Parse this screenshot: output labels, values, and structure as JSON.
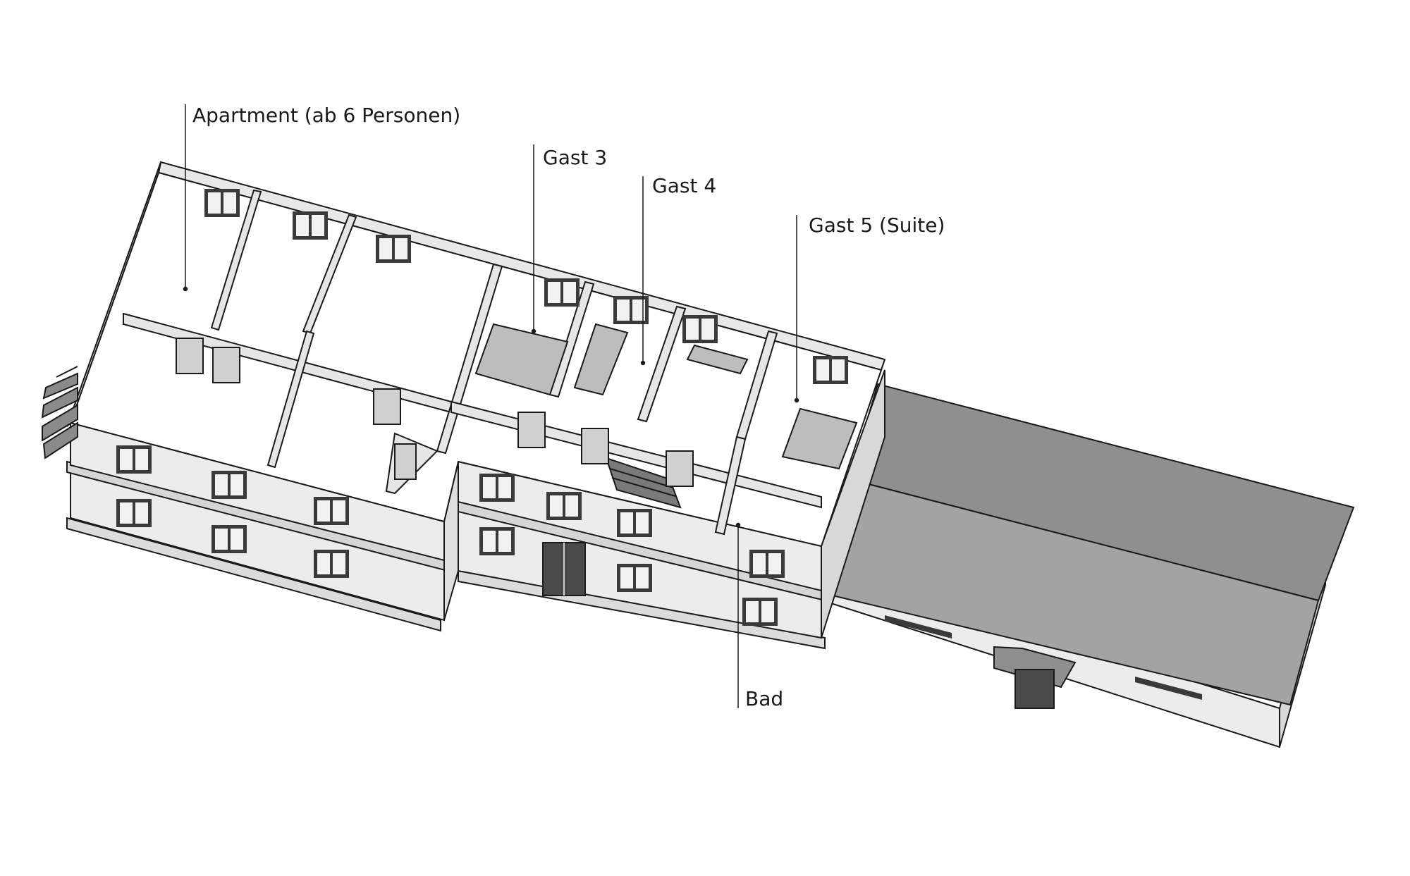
{
  "labels": {
    "apartment": "Apartment (ab 6 Personen)",
    "gast3": "Gast 3",
    "gast4": "Gast 4",
    "gast5": "Gast 5 (Suite)",
    "bad": "Bad"
  },
  "colors": {
    "wall_light": "#ececec",
    "wall_face": "#e3e3e3",
    "floor": "#ffffff",
    "roof_top": "#8f8f8f",
    "roof_front": "#a3a3a3",
    "stroke": "#1a1a1a",
    "furniture": "#bdbdbd",
    "window": "#3a3a3a"
  }
}
